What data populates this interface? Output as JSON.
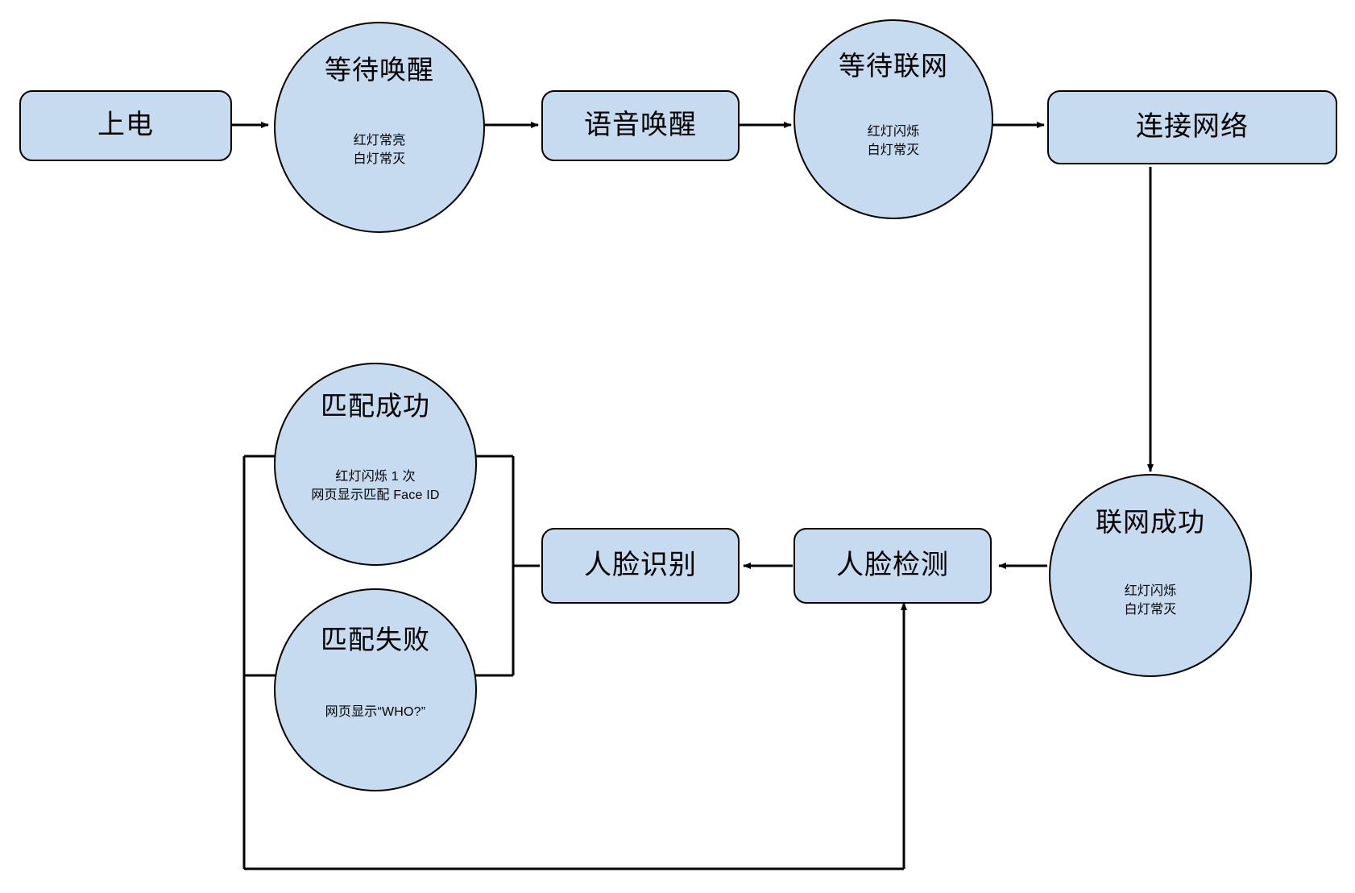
{
  "diagram": {
    "title": "",
    "colors": {
      "node_fill": "#c6dbf0",
      "node_stroke": "#000000",
      "edge_stroke": "#000000",
      "background": "#ffffff",
      "text": "#000000"
    },
    "nodes": [
      {
        "id": "power-on",
        "shape": "box",
        "label": "上电",
        "sub": []
      },
      {
        "id": "wait-wakeup",
        "shape": "circle",
        "label": "等待唤醒",
        "sub": [
          "红灯常亮",
          "白灯常灭"
        ]
      },
      {
        "id": "voice-wakeup",
        "shape": "box",
        "label": "语音唤醒",
        "sub": []
      },
      {
        "id": "wait-network",
        "shape": "circle",
        "label": "等待联网",
        "sub": [
          "红灯闪烁",
          "白灯常灭"
        ]
      },
      {
        "id": "connect-network",
        "shape": "box",
        "label": "连接网络",
        "sub": []
      },
      {
        "id": "network-success",
        "shape": "circle",
        "label": "联网成功",
        "sub": [
          "红灯闪烁",
          "白灯常灭"
        ]
      },
      {
        "id": "face-detect",
        "shape": "box",
        "label": "人脸检测",
        "sub": []
      },
      {
        "id": "face-recognize",
        "shape": "box",
        "label": "人脸识别",
        "sub": []
      },
      {
        "id": "match-success",
        "shape": "circle",
        "label": "匹配成功",
        "sub": [
          "红灯闪烁 1 次",
          "网页显示匹配 Face ID"
        ]
      },
      {
        "id": "match-fail",
        "shape": "circle",
        "label": "匹配失败",
        "sub": [
          "网页显示“WHO?”"
        ]
      }
    ],
    "edges": [
      {
        "id": "e1",
        "from": "power-on",
        "to": "wait-wakeup",
        "arrow": true
      },
      {
        "id": "e2",
        "from": "wait-wakeup",
        "to": "voice-wakeup",
        "arrow": true
      },
      {
        "id": "e3",
        "from": "voice-wakeup",
        "to": "wait-network",
        "arrow": true
      },
      {
        "id": "e4",
        "from": "wait-network",
        "to": "connect-network",
        "arrow": true
      },
      {
        "id": "e5",
        "from": "connect-network",
        "to": "network-success",
        "arrow": true
      },
      {
        "id": "e6",
        "from": "network-success",
        "to": "face-detect",
        "arrow": true
      },
      {
        "id": "e7",
        "from": "face-detect",
        "to": "face-recognize",
        "arrow": true
      },
      {
        "id": "e8",
        "from": "face-recognize",
        "to": "match-success",
        "arrow": false
      },
      {
        "id": "e9",
        "from": "face-recognize",
        "to": "match-fail",
        "arrow": false
      },
      {
        "id": "e10",
        "from": "match-fail",
        "to": "face-detect",
        "arrow": true
      }
    ]
  }
}
